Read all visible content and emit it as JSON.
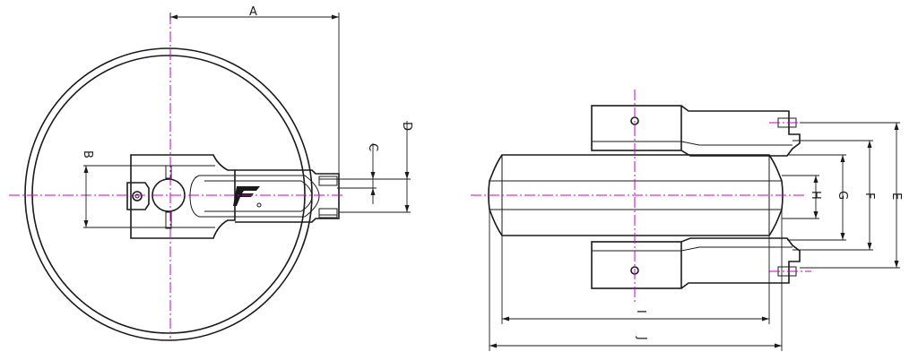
{
  "labels": {
    "A": "A",
    "B": "B",
    "C": "C",
    "D": "D",
    "E": "E",
    "F": "F",
    "G": "G",
    "H": "H",
    "I": "I",
    "J": "J"
  },
  "colors": {
    "line": "#1a1a1a",
    "centerline": "#cc00cc"
  },
  "logo_text": "F"
}
